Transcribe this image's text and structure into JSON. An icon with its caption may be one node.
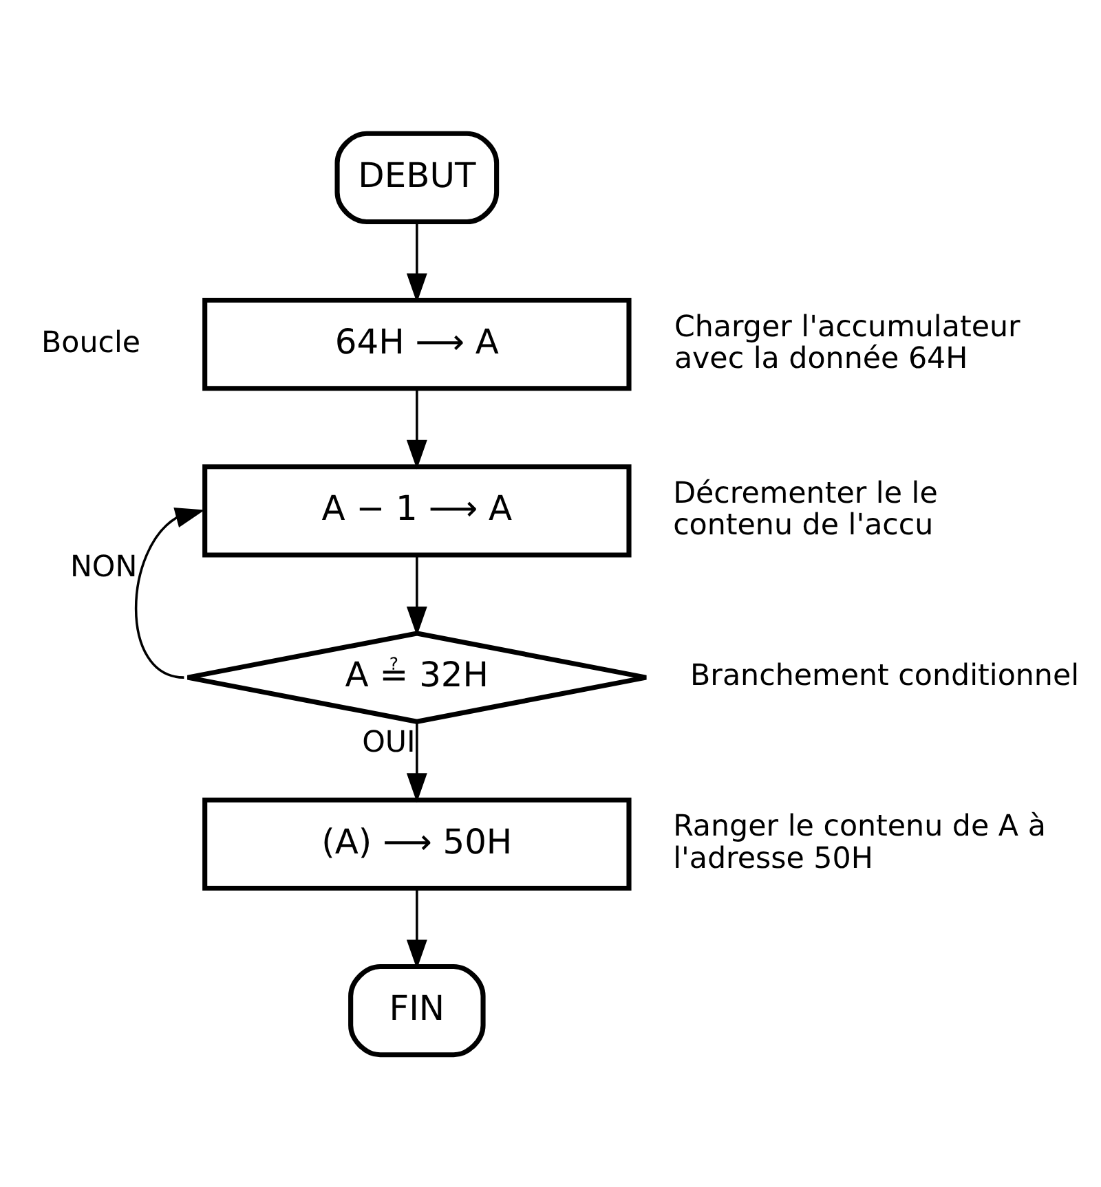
{
  "diagram": {
    "nodes": [
      {
        "text": [
          "DEBUT"
        ]
      },
      {
        "text": [
          "64H ⟶ A"
        ],
        "beside": [
          "Charger l'accumulateur avec la donnée 64H"
        ]
      },
      {
        "text": [
          "A − 1 ⟶ A"
        ],
        "beside": [
          "Décrementer le le contenu de l'accu"
        ]
      },
      {
        "text": [
          "A ≟ 32H"
        ],
        "beside": [
          "Branchement conditionnel"
        ]
      },
      {
        "text": [
          "(A) ⟶ 50H"
        ],
        "beside": [
          "Ranger le contenu de A à l'adresse 50H"
        ]
      },
      {
        "text": [
          "FIN"
        ]
      }
    ],
    "edges": [
      {
        "from": 0,
        "to": 1,
        "arrow": "to"
      },
      {
        "from": 1,
        "to": 2,
        "arrow": "to"
      },
      {
        "from": 2,
        "to": 3,
        "arrow": "to"
      },
      {
        "from": 3,
        "to": 2,
        "arrow": "to",
        "label": "NON"
      },
      {
        "from": 3,
        "to": 4,
        "arrow": "to",
        "label": "OUI"
      },
      {
        "from": 4,
        "to": 5,
        "arrow": "to"
      }
    ],
    "labels": [
      "Boucle"
    ]
  }
}
